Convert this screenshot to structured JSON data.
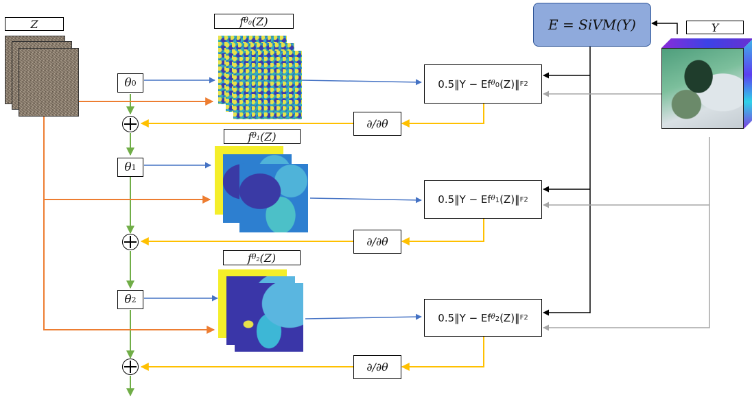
{
  "z_label": "Z",
  "y_label": "Y",
  "svm_text": "E = SiVM(Y)",
  "stages": [
    {
      "output_label": "f",
      "theta_sub": "0",
      "output_arg": "(Z)",
      "theta_label": "θ",
      "loss_prefix": "0.5‖Y − Ef",
      "loss_suffix": "(Z)‖",
      "loss_sub": "F",
      "loss_sup": "2",
      "grad_label": "∂/∂θ"
    },
    {
      "output_label": "f",
      "theta_sub": "1",
      "output_arg": "(Z)",
      "theta_label": "θ",
      "loss_prefix": "0.5‖Y − Ef",
      "loss_suffix": "(Z)‖",
      "loss_sub": "F",
      "loss_sup": "2",
      "grad_label": "∂/∂θ"
    },
    {
      "output_label": "f",
      "theta_sub": "2",
      "output_arg": "(Z)",
      "theta_label": "θ",
      "loss_prefix": "0.5‖Y − Ef",
      "loss_suffix": "(Z)‖",
      "loss_sub": "F",
      "loss_sup": "2",
      "grad_label": "∂/∂θ"
    }
  ],
  "colors": {
    "blue_arrow": "#4472c4",
    "orange_arrow": "#ed7d31",
    "green_arrow": "#70ad47",
    "gold_arrow": "#ffc000",
    "black_arrow": "#000000",
    "gray_arrow": "#a6a6a6",
    "svm_fill": "#8faadc"
  }
}
